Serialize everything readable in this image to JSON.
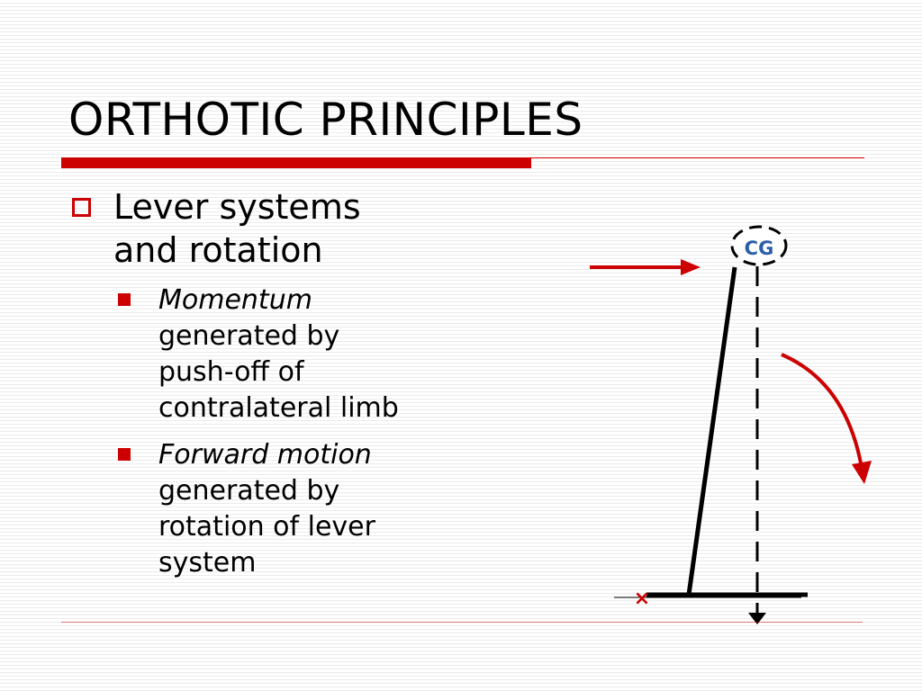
{
  "slide": {
    "title": "ORTHOTIC PRINCIPLES",
    "bullet": {
      "text_line1": "Lever systems",
      "text_line2": "and rotation",
      "subbullets": [
        {
          "lead": "Momentum",
          "line1": "generated by",
          "line2": "push-off of",
          "line3": "contralateral limb"
        },
        {
          "lead": "Forward motion",
          "line1": "generated by",
          "line2": "rotation of lever",
          "line3": "system"
        }
      ]
    }
  },
  "diagram": {
    "cg_label": "CG",
    "pivot_mark": "×"
  },
  "colors": {
    "accent": "#cc0000",
    "cg_text": "#2b5fa8",
    "stripe": "#ebebeb"
  }
}
